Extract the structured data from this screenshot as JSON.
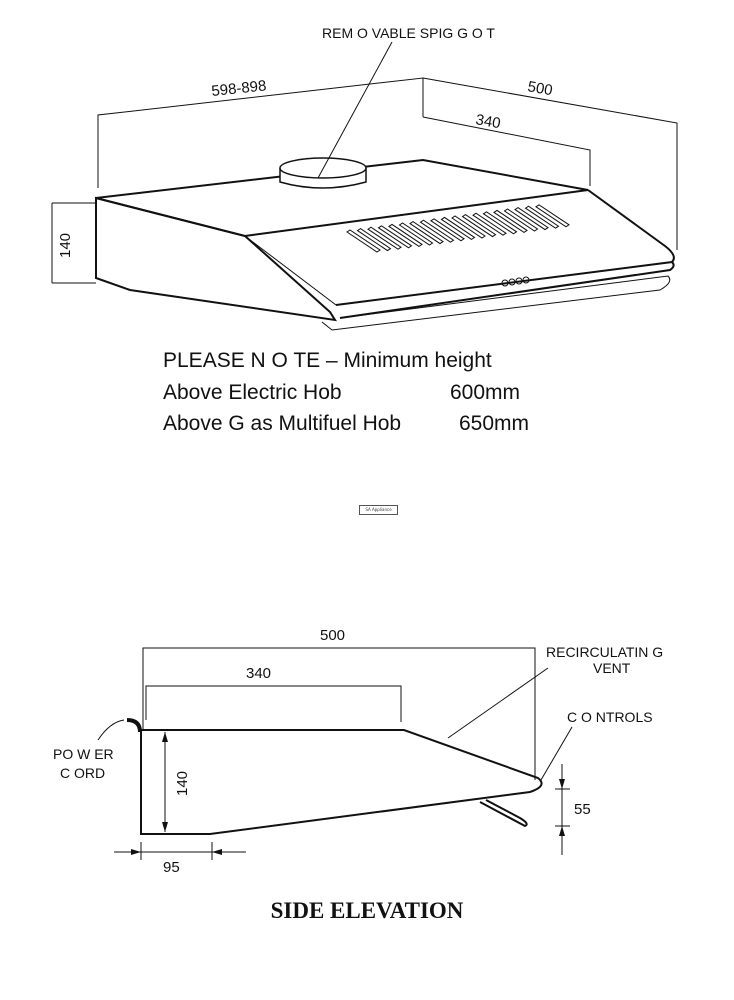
{
  "top_view": {
    "spigot_label": "REM O VABLE SPIG G O T",
    "width_label": "598-898",
    "depth_label": "500",
    "inner_depth_label": "340",
    "height_label": "140"
  },
  "note": {
    "line1": "PLEASE N O TE – Minimum height",
    "electric_label": "Above Electric Hob",
    "electric_value": "600mm",
    "gas_label": "Above G as Multifuel Hob",
    "gas_value": "650mm"
  },
  "logo_text": "SA Appliance",
  "side_view": {
    "depth_label": "500",
    "inner_depth_label": "340",
    "height_label": "140",
    "front_height_label": "55",
    "rear_label": "95",
    "vent_label_1": "RECIRCULATIN G",
    "vent_label_2": "VENT",
    "controls_label": "C O NTROLS",
    "cord_label_1": "PO W ER",
    "cord_label_2": "C ORD"
  },
  "title": "SIDE ELEVATION"
}
